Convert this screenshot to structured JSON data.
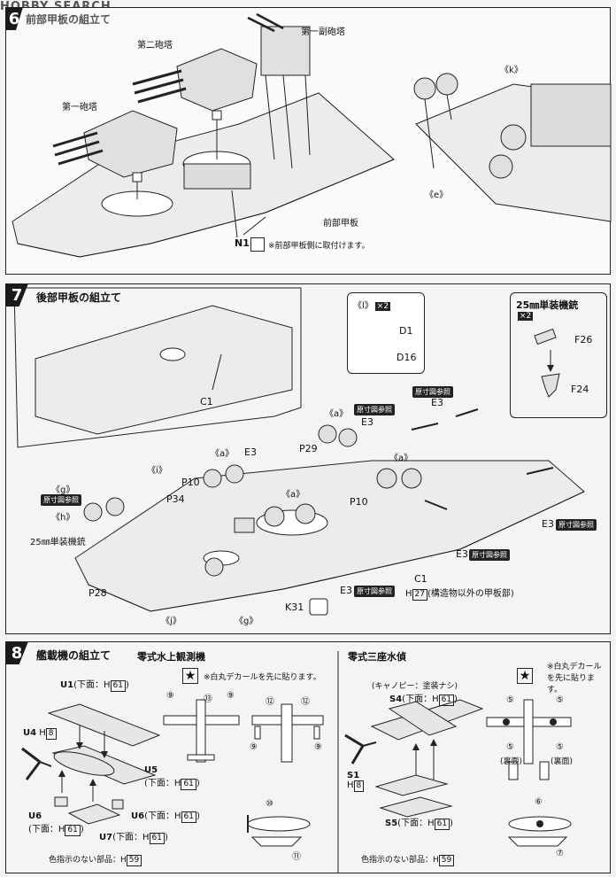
{
  "watermark": "HOBBY SEARCH",
  "step6": {
    "title_partial": "前部甲板の組立て",
    "labels": {
      "turret2": "第二砲塔",
      "subturret1": "第一副砲塔",
      "turret1": "第一砲塔",
      "k": "《k》",
      "e": "《e》",
      "front_deck": "前部甲板",
      "n1": "N1",
      "n1_note": "※前部甲板側に取付けます。"
    }
  },
  "step7": {
    "number": "7",
    "title": "後部甲板の組立て",
    "labels": {
      "c1_inset": "C1",
      "l_callout": "《l》",
      "l_mult": "×2",
      "d1": "D1",
      "d16": "D16",
      "aa_title": "25㎜単装機銃",
      "aa_mult": "×2",
      "f26": "F26",
      "f24": "F24",
      "a1": "《a》",
      "a2": "《a》",
      "a3": "《a》",
      "a4": "《a》",
      "e3_1": "E3",
      "e3_2": "E3",
      "e3_3": "E3",
      "e3_4": "E3",
      "e3_5": "E3",
      "e3_6": "E3",
      "p29": "P29",
      "p10_1": "P10",
      "p10_2": "P10",
      "p34": "P34",
      "p28": "P28",
      "g1": "《g》",
      "g2": "《g》",
      "h": "《h》",
      "i": "《i》",
      "j": "《j》",
      "aa_label": "25㎜単装機銃",
      "c1": "C1",
      "h27_prefix": "H",
      "h27_num": "27",
      "h27_note": "(構造物以外の甲板部)",
      "k31": "K31",
      "ref": "原寸図参照"
    }
  },
  "step8": {
    "number": "8",
    "title": "艦載機の組立て",
    "left_title": "零式水上観測機",
    "right_title": "零式三座水偵",
    "left_note": "※白丸デカールを先に貼ります。",
    "right_note": "※白丸デカールを先に貼ります。",
    "u1": "U1",
    "u1_sub": "(下面：H",
    "u1_num": "61",
    "u4": "U4",
    "u4_h": "H",
    "u4_num": "8",
    "u5": "U5",
    "u5_sub": "(下面：H",
    "u5_num": "61",
    "u6": "U6",
    "u6_sub": "(下面：H",
    "u6_num": "61",
    "u6b": "U6",
    "u6b_sub": "(下面：H",
    "u6b_num": "61",
    "u7": "U7",
    "u7_sub": "(下面：H",
    "u7_num": "61",
    "canopy_note": "(キャノピー：塗装ナシ)",
    "s4": "S4",
    "s4_sub": "(下面：H",
    "s4_num": "61",
    "s1": "S1",
    "s1_h": "H",
    "s1_num": "8",
    "s5": "S5",
    "s5_sub": "(下面：H",
    "s5_num": "61",
    "left_footer": "色指示のない部品：H",
    "left_footer_num": "59",
    "right_footer": "色指示のない部品：H",
    "right_footer_num": "59",
    "decals": {
      "d9a": "⑨",
      "d13": "⑬",
      "d9b": "⑨",
      "d12a": "⑫",
      "d12b": "⑫",
      "d9c": "⑨",
      "d9d": "⑨",
      "d10": "⑩",
      "d11": "⑪",
      "d5a": "⑤",
      "d5b": "⑤",
      "d5c": "⑤",
      "d5d": "⑤",
      "d6": "⑥",
      "d7": "⑦",
      "underside_a": "(裏面)",
      "underside_b": "(裏面)",
      "asterisk": "※"
    }
  }
}
